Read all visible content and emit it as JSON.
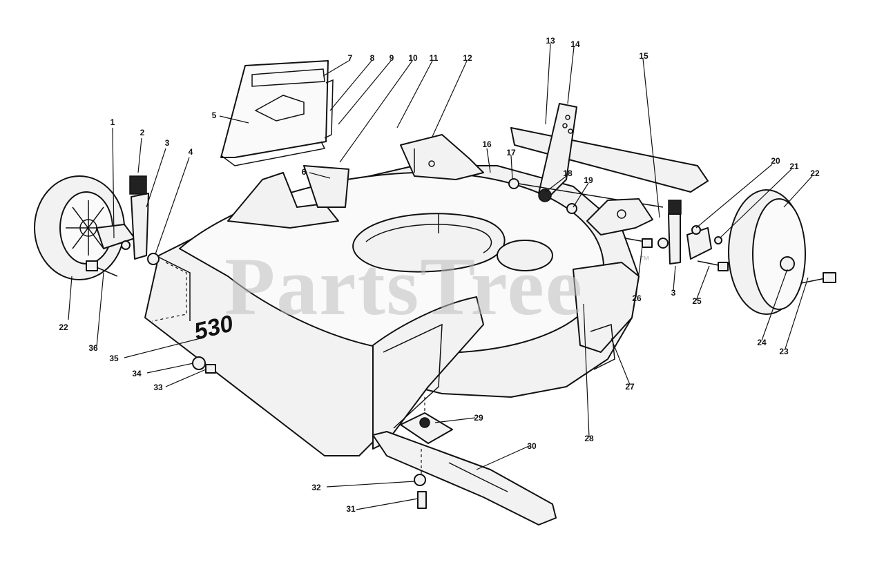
{
  "watermark": {
    "text": "PartsTree",
    "trademark": "™"
  },
  "deck_model_label": "530",
  "callouts": [
    {
      "id": "c1",
      "label": "1"
    },
    {
      "id": "c2",
      "label": "2"
    },
    {
      "id": "c3a",
      "label": "3"
    },
    {
      "id": "c3b",
      "label": "3"
    },
    {
      "id": "c4",
      "label": "4"
    },
    {
      "id": "c5",
      "label": "5"
    },
    {
      "id": "c6",
      "label": "6"
    },
    {
      "id": "c7",
      "label": "7"
    },
    {
      "id": "c8",
      "label": "8"
    },
    {
      "id": "c9",
      "label": "9"
    },
    {
      "id": "c10",
      "label": "10"
    },
    {
      "id": "c11",
      "label": "11"
    },
    {
      "id": "c12",
      "label": "12"
    },
    {
      "id": "c13",
      "label": "13"
    },
    {
      "id": "c14",
      "label": "14"
    },
    {
      "id": "c15",
      "label": "15"
    },
    {
      "id": "c16",
      "label": "16"
    },
    {
      "id": "c17",
      "label": "17"
    },
    {
      "id": "c18",
      "label": "18"
    },
    {
      "id": "c19",
      "label": "19"
    },
    {
      "id": "c20",
      "label": "20"
    },
    {
      "id": "c21",
      "label": "21"
    },
    {
      "id": "c22a",
      "label": "22"
    },
    {
      "id": "c22b",
      "label": "22"
    },
    {
      "id": "c23",
      "label": "23"
    },
    {
      "id": "c24",
      "label": "24"
    },
    {
      "id": "c25",
      "label": "25"
    },
    {
      "id": "c26",
      "label": "26"
    },
    {
      "id": "c27",
      "label": "27"
    },
    {
      "id": "c28",
      "label": "28"
    },
    {
      "id": "c29",
      "label": "29"
    },
    {
      "id": "c30",
      "label": "30"
    },
    {
      "id": "c31",
      "label": "31"
    },
    {
      "id": "c32",
      "label": "32"
    },
    {
      "id": "c33",
      "label": "33"
    },
    {
      "id": "c34",
      "label": "34"
    },
    {
      "id": "c35",
      "label": "35"
    },
    {
      "id": "c36",
      "label": "36"
    }
  ]
}
